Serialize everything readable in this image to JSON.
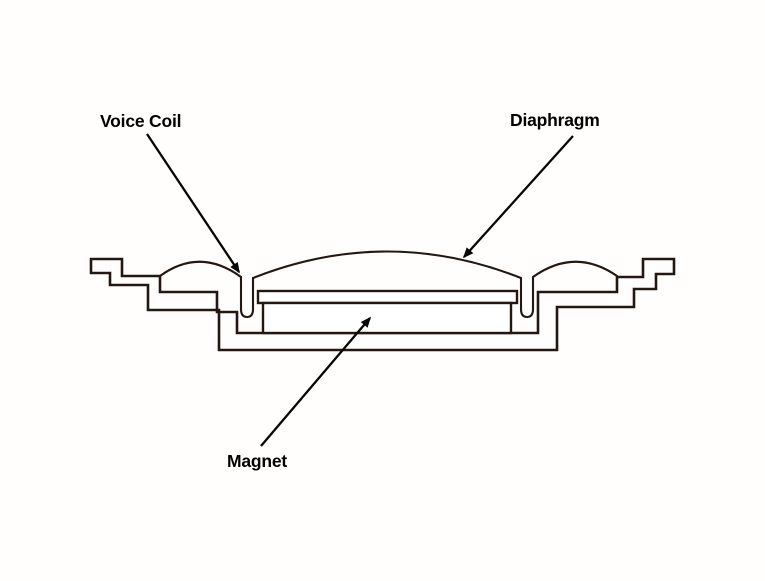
{
  "diagram": {
    "type": "speaker-cross-section",
    "labels": {
      "voice_coil": "Voice Coil",
      "diaphragm": "Diaphragm",
      "magnet": "Magnet"
    },
    "colors": {
      "drawing_line": "#241712",
      "annotation": "#060606",
      "background": "#fffefd"
    }
  }
}
